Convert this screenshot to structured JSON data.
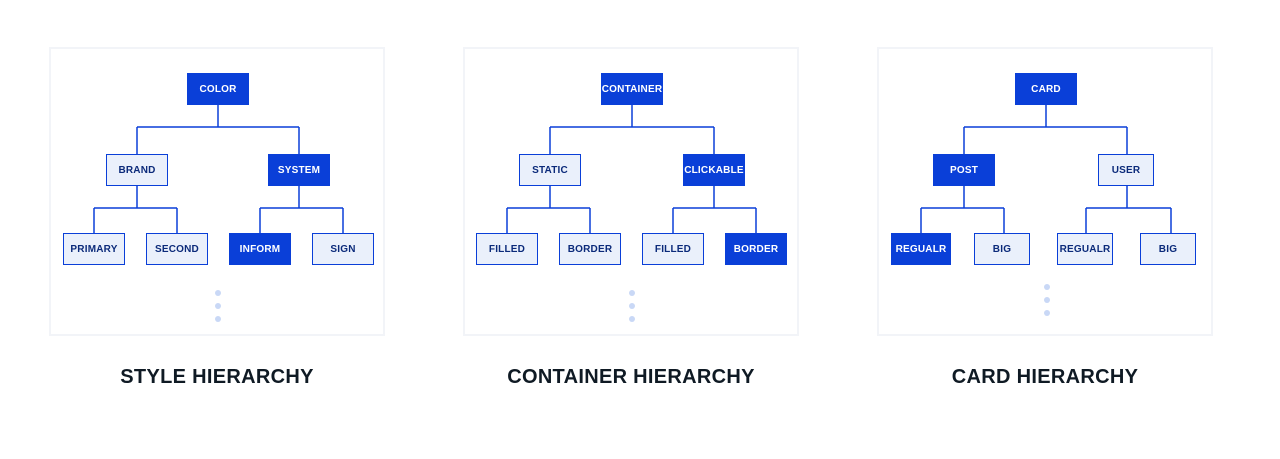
{
  "colors": {
    "solid_node": "#0a3fd8",
    "light_node": "#eaf0fb",
    "connector": "#0a3fd8",
    "dots": "#c9d8f6",
    "caption": "#0f1a24"
  },
  "panels": [
    {
      "caption": "STYLE HIERARCHY",
      "root": "COLOR",
      "level1": [
        "BRAND",
        "SYSTEM"
      ],
      "level2": [
        "PRIMARY",
        "SECOND",
        "INFORM",
        "SIGN"
      ]
    },
    {
      "caption": "CONTAINER HIERARCHY",
      "root": "CONTAINER",
      "level1": [
        "STATIC",
        "CLICKABLE"
      ],
      "level2": [
        "FILLED",
        "BORDER",
        "FILLED",
        "BORDER"
      ]
    },
    {
      "caption": "CARD HIERARCHY",
      "root": "CARD",
      "level1": [
        "POST",
        "USER"
      ],
      "level2": [
        "REGUALR",
        "BIG",
        "REGUALR",
        "BIG"
      ]
    }
  ]
}
